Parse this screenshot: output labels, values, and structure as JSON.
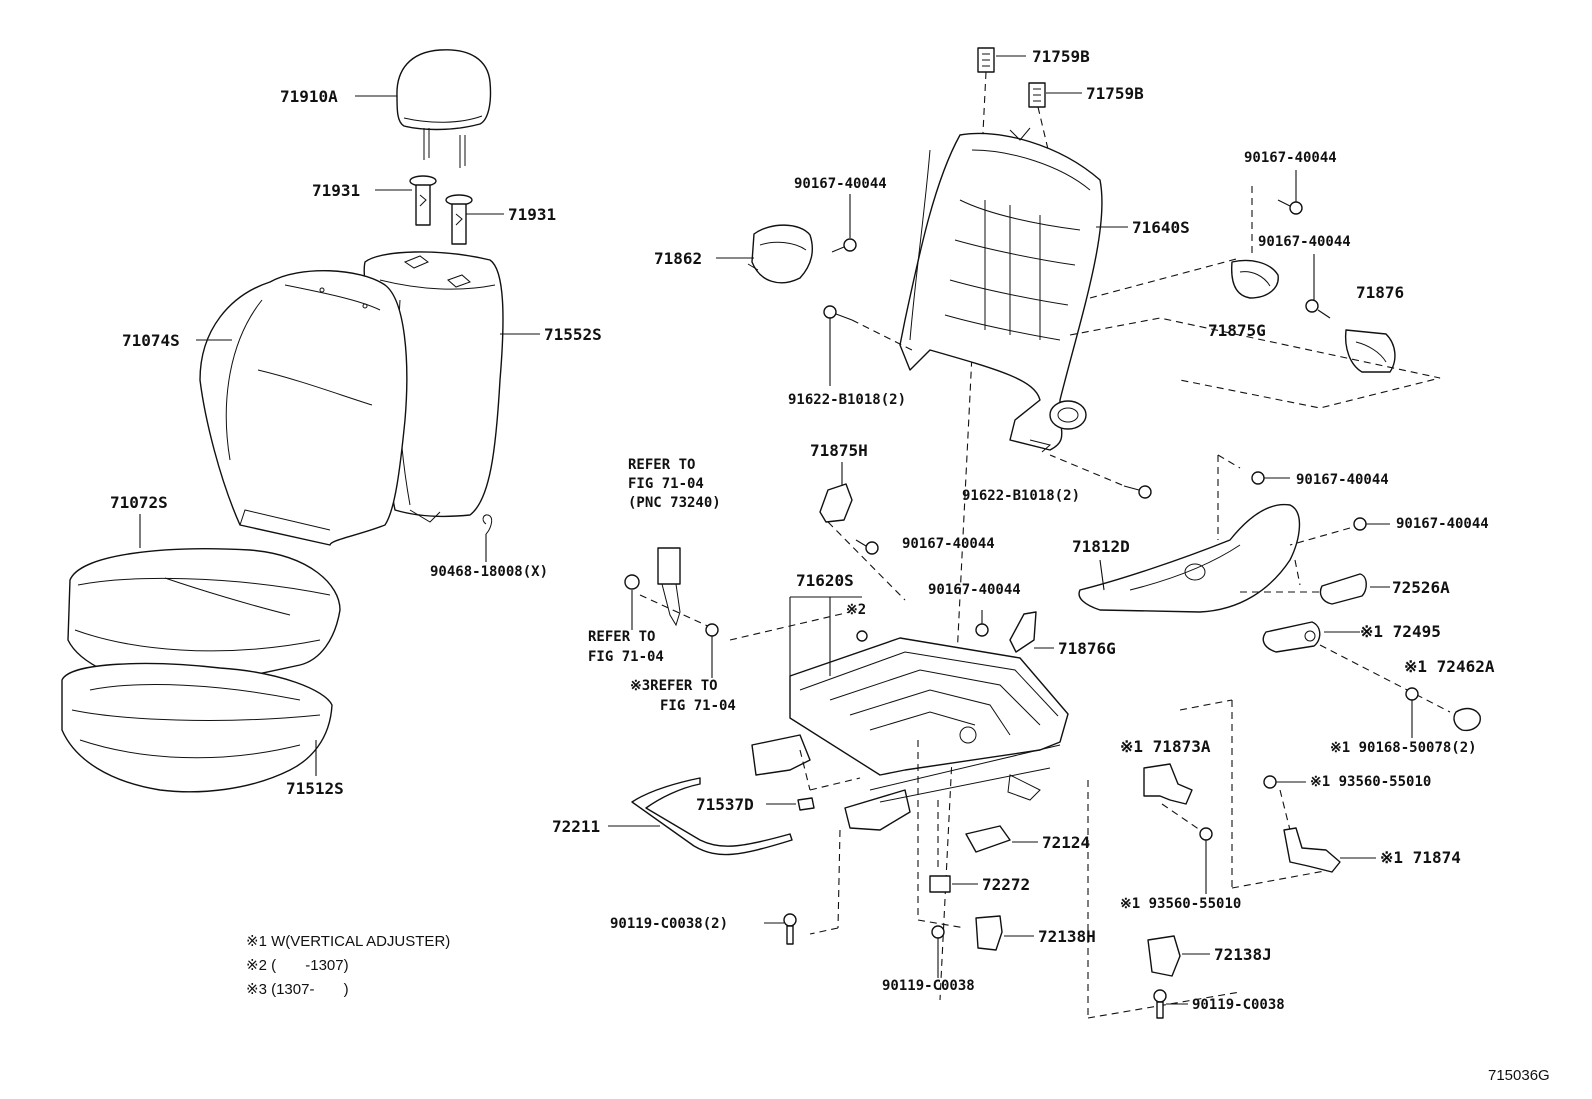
{
  "diagram_code": "715036G",
  "labels": {
    "headrest": "71910A",
    "headrest_support_left": "71931",
    "headrest_support_right": "71931",
    "seatback_cover": "71074S",
    "seatback_pad": "71552S",
    "cushion_cover": "71072S",
    "cushion_pad": "71512S",
    "hog_ring": "90468-18008(X)",
    "name_plate_1": "71759B",
    "name_plate_2": "71759B",
    "seatback_frame": "71640S",
    "screw_shield_clip": "90167-40044",
    "shield_cover_upper": "71862",
    "frame_bolt_upper": "91622-B1018(2)",
    "frame_bolt_lower": "91622-B1018(2)",
    "screw_right_top": "90167-40044",
    "screw_right_mid": "90167-40044",
    "shield_cover_inner": "71875G",
    "shield_cover_outer": "71876",
    "shield_875h": "71875H",
    "screw_875h": "90167-40044",
    "refer_belt": "REFER TO\nFIG 71-04\n(PNC 73240)",
    "refer_lower": "REFER TO\nFIG 71-04",
    "refer_note3": "※3REFER TO\nFIG 71-04",
    "cushion_frame": "71620S",
    "note2_mark": "※2",
    "screw_876g": "90167-40044",
    "shield_876g": "71876G",
    "side_shield": "71812D",
    "screw_side_shield_top": "90167-40044",
    "screw_side_shield_right": "90167-40044",
    "lever_knob": "72526A",
    "adjuster_knob": "※1 72495",
    "cap": "※1 72462A",
    "screw_9016850078": "※1 90168-50078(2)",
    "bracket_873a": "※1 71873A",
    "screw_93560_right": "※1 93560-55010",
    "bracket_874": "※1 71874",
    "screw_93560_lower": "※1 93560-55010",
    "wire_72211": "72211",
    "clip_71537d": "71537D",
    "cover_72124": "72124",
    "clip_72272": "72272",
    "bolt_c0038_2": "90119-C0038(2)",
    "cover_72138h": "72138H",
    "bolt_c0038_mid": "90119-C0038",
    "cover_72138j": "72138J",
    "bolt_c0038_right": "90119-C0038"
  },
  "notes": {
    "n1": "※1 W(VERTICAL ADJUSTER)",
    "n2": "※2 (       -1307)",
    "n3": "※3 (1307-       )"
  }
}
